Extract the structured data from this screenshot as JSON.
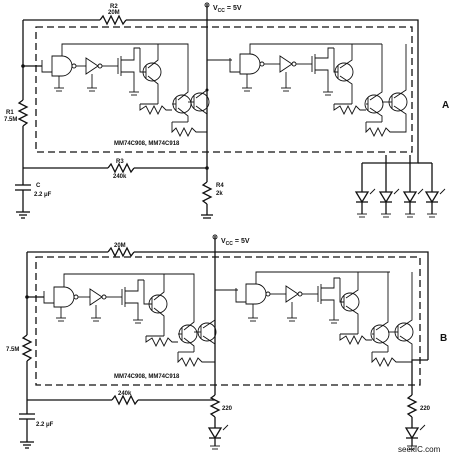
{
  "circuit_a": {
    "vcc": "V",
    "vcc_sub": "CC",
    "vcc_value": "= 5V",
    "r2_name": "R2",
    "r2_value": "20M",
    "r1_name": "R1",
    "r1_value": "7.5M",
    "r3_name": "R3",
    "r3_value": "240k",
    "r4_name": "R4",
    "r4_value": "2k",
    "c_name": "C",
    "c_value": "2.2 μF",
    "ic_label": "MM74C908, MM74C918",
    "panel_label": "A"
  },
  "circuit_b": {
    "vcc": "V",
    "vcc_sub": "CC",
    "vcc_value": "= 5V",
    "r_top_value": "20M",
    "r_left_value": "7.5M",
    "r_mid_value": "240k",
    "r_led1_value": "220",
    "r_led2_value": "220",
    "c_value": "2.2 μF",
    "ic_label": "MM74C908, MM74C918",
    "panel_label": "B"
  },
  "watermark": "seekIC.com"
}
